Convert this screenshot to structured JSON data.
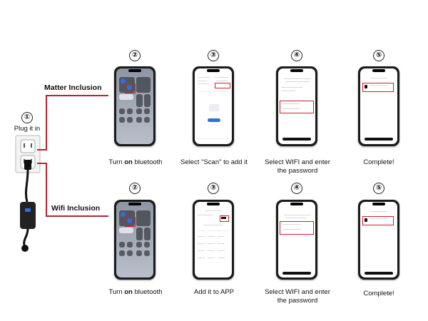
{
  "start": {
    "step": "①",
    "label": "Plug it in"
  },
  "branches": [
    {
      "title": "Matter Inclusion",
      "steps": [
        {
          "num": "②",
          "caption_pre": "Turn ",
          "caption_bold": "on",
          "caption_post": " bluetooth"
        },
        {
          "num": "③",
          "caption": "Select \"Scan\" to add it"
        },
        {
          "num": "④",
          "caption": "Select WIFI and enter the password"
        },
        {
          "num": "⑤",
          "caption": "Complete!"
        }
      ]
    },
    {
      "title": "Wifi Inclusion",
      "steps": [
        {
          "num": "②",
          "caption_pre": "Turn ",
          "caption_bold": "on",
          "caption_post": " bluetooth"
        },
        {
          "num": "③",
          "caption": "Add it to APP"
        },
        {
          "num": "④",
          "caption": "Select WIFI and enter the password"
        },
        {
          "num": "⑤",
          "caption": "Complete!"
        }
      ]
    }
  ],
  "colors": {
    "connector": "#b3262e",
    "highlight": "#d21f2b",
    "bluetooth": "#2f6fe0"
  }
}
